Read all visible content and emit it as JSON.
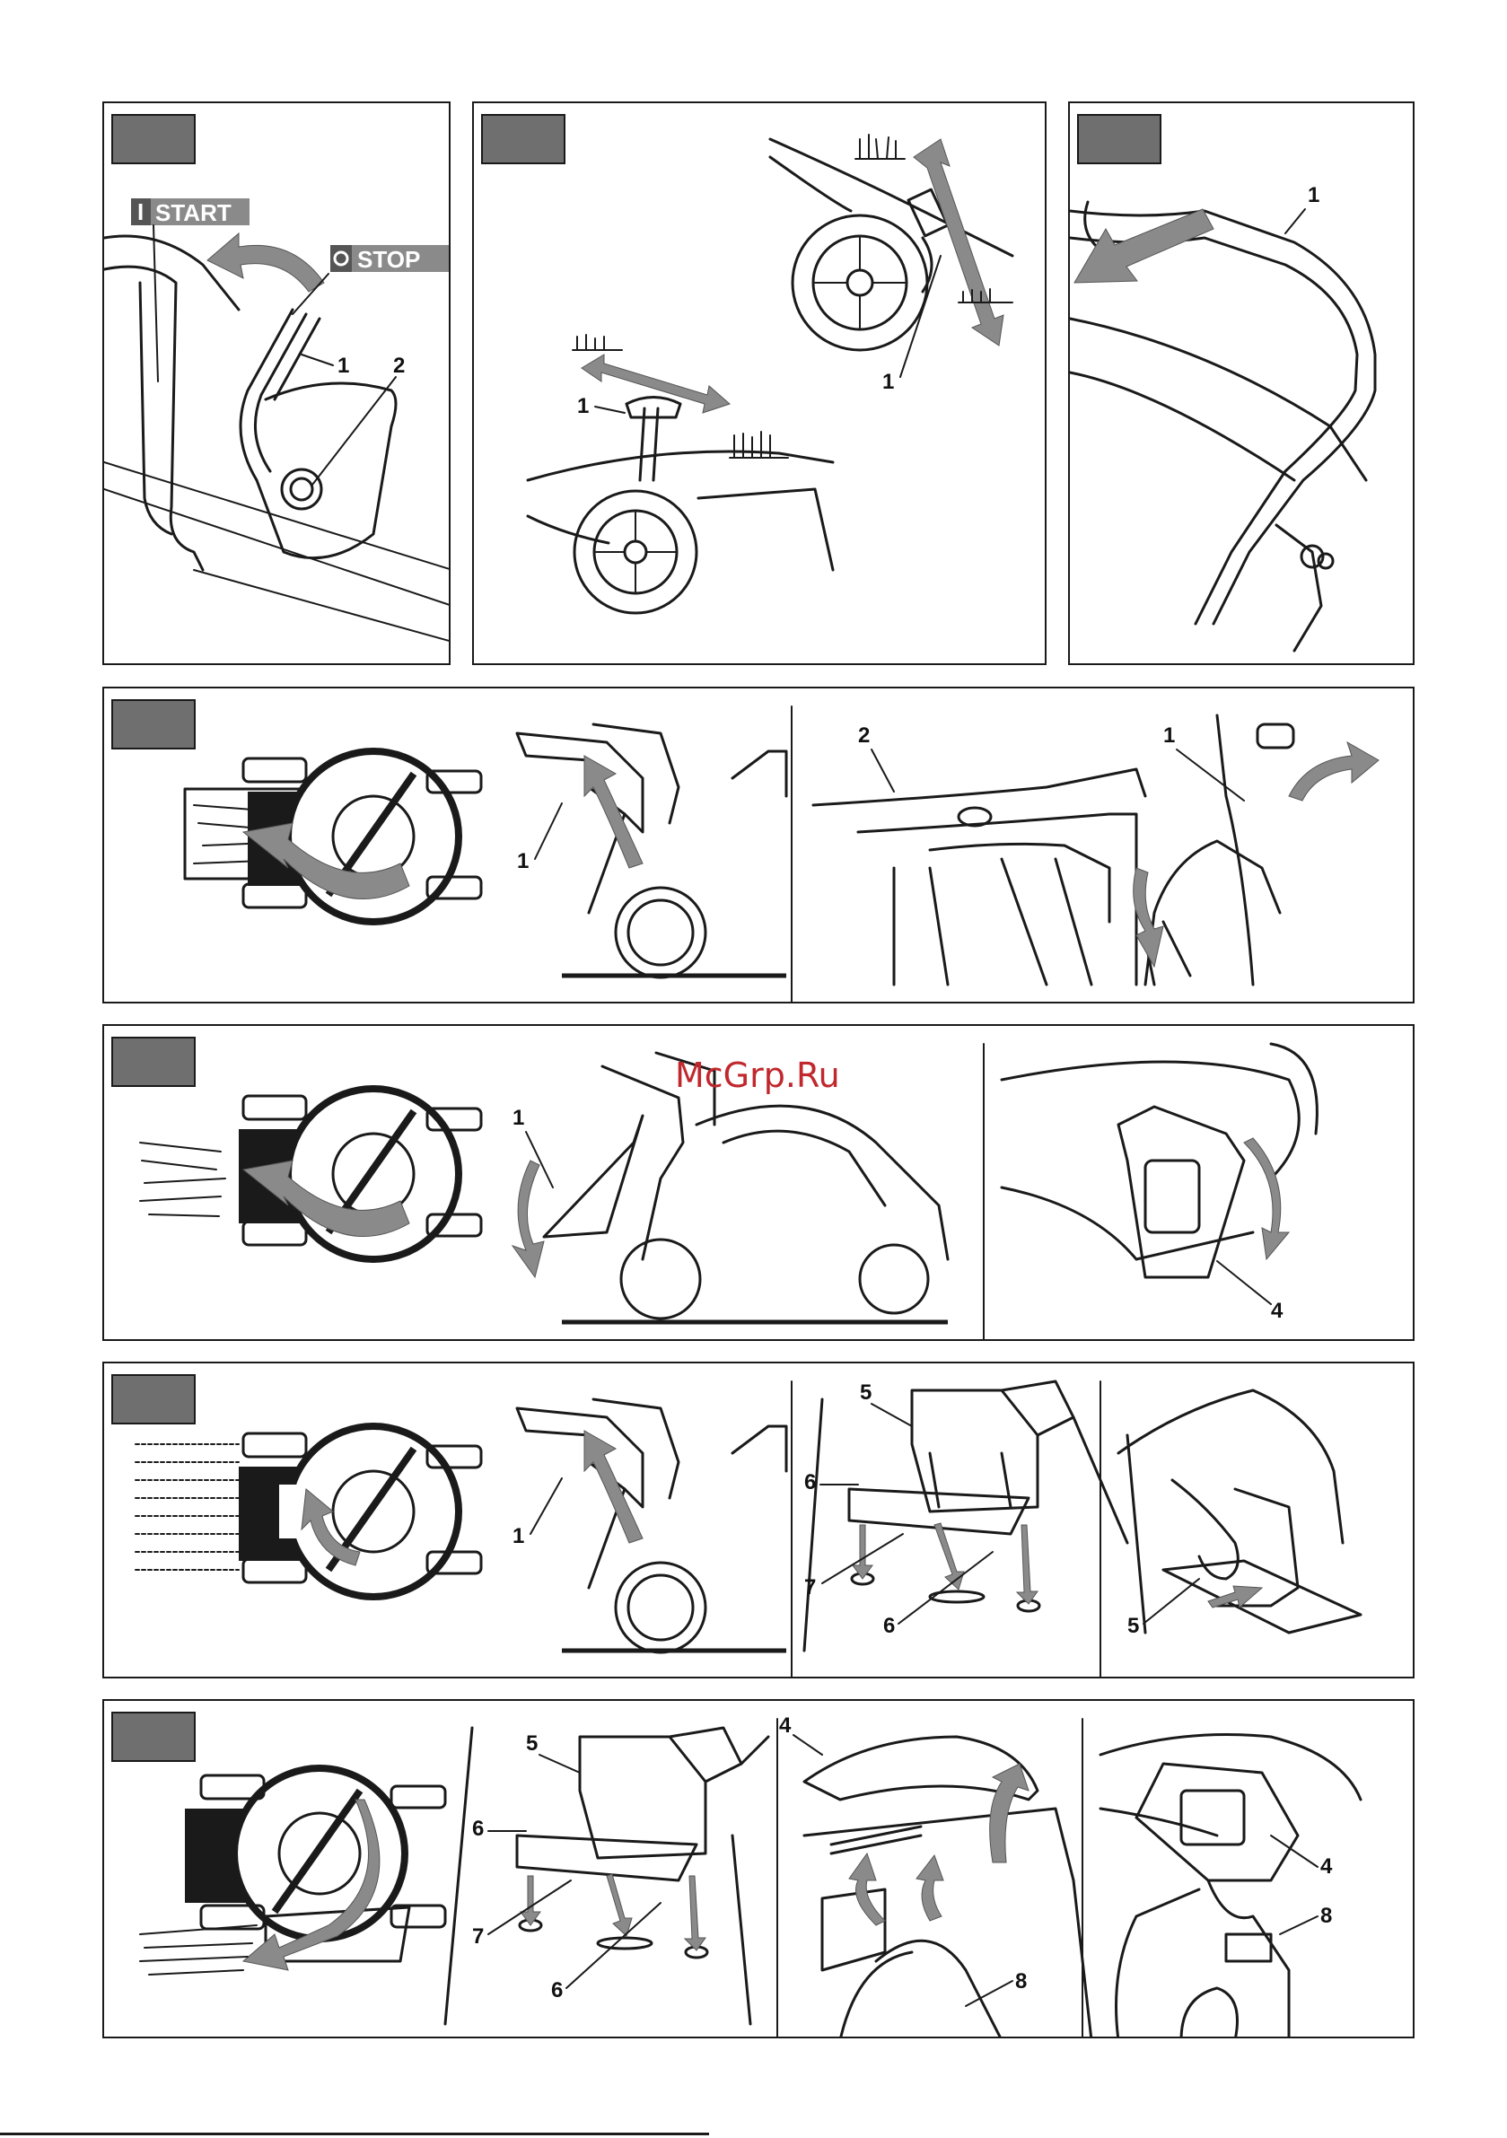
{
  "row1": {
    "panel1": {
      "start_label": "START",
      "stop_label": "STOP",
      "start_mark": "I",
      "callout_1": "1",
      "callout_2": "2"
    },
    "panel2": {
      "callout_1a": "1",
      "callout_1b": "1"
    },
    "panel3": {
      "callout_1": "1"
    }
  },
  "row2": {
    "callout_1a": "1",
    "callout_2": "2",
    "callout_1b": "1"
  },
  "row3": {
    "watermark": "McGrp.Ru",
    "callout_1": "1",
    "callout_4": "4"
  },
  "row4": {
    "callout_1": "1",
    "callout_5a": "5",
    "callout_6a": "6",
    "callout_7": "7",
    "callout_6b": "6",
    "callout_5b": "5"
  },
  "row5": {
    "callout_5": "5",
    "callout_6a": "6",
    "callout_7": "7",
    "callout_6b": "6",
    "callout_4a": "4",
    "callout_8a": "8",
    "callout_4b": "4",
    "callout_8b": "8"
  },
  "colors": {
    "tab": "#6f6f6f",
    "arrow": "#8a8a8a",
    "watermark": "#c0282d"
  }
}
